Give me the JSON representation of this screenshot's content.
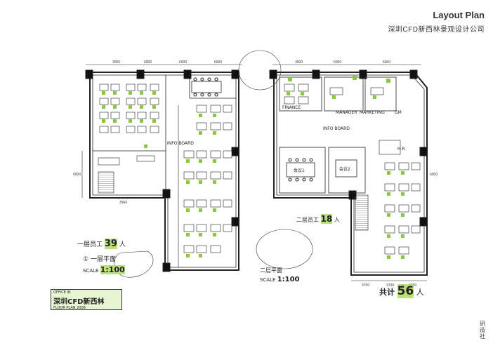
{
  "header": {
    "title": "Layout Plan",
    "subtitle": "深圳CFD新西林景观设计公司"
  },
  "left_plan": {
    "dims_top": [
      "3900",
      "6000",
      "6000",
      "6000"
    ],
    "dim_left": "6000",
    "dim_bottom": "3960",
    "annotations": {
      "board": "INFO BOARD",
      "staff_count_label": "一层员工",
      "staff_count_value": "39",
      "staff_unit": "人",
      "floor_no": "①",
      "floor_label": "一层平面",
      "scale_label": "SCALE",
      "scale_value": "1:100"
    }
  },
  "right_plan": {
    "dims_top": [
      "3900",
      "6000",
      "6000"
    ],
    "dim_right": "6000",
    "dims_bottom": [
      "3700",
      "3700",
      "3600"
    ],
    "rooms": {
      "finance": "FINANCE",
      "manager": "MANAGER",
      "marketing": "MARKETING",
      "gm": "GM",
      "hr": "H.R.",
      "info_board": "INFO BOARD",
      "meeting1": "会议1",
      "meeting2": "会议2"
    },
    "annotations": {
      "floor2_label": "二层员工",
      "floor2_value": "18",
      "floor2_unit": "人",
      "floor2_title": "二层平面",
      "floor2_scale_label": "SCALE",
      "floor2_scale_value": "1:100",
      "total_label": "共计",
      "total_value": "56",
      "total_unit": "人"
    }
  },
  "logo": {
    "line1": "OFFICE IN",
    "line2": "深圳CFD新西林",
    "line3": "FLOOR PLAN 2008"
  },
  "stamp": "研 造 社",
  "colors": {
    "desk_accent": "#8dc63f",
    "ink": "#222222",
    "highlight": "#b9e07a"
  }
}
